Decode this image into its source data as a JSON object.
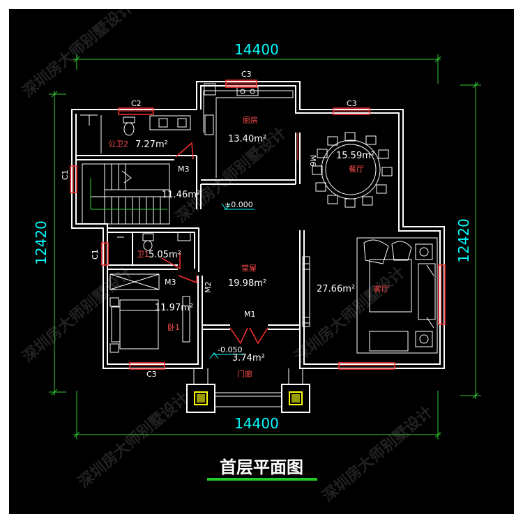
{
  "title": "首层平面图",
  "dimensions": {
    "top": "14400",
    "bottom": "14400",
    "left": "12420",
    "right": "12420"
  },
  "rooms": {
    "kitchen": {
      "name": "厨房",
      "area": "13.40m²"
    },
    "bathroom2": {
      "name": "公卫2",
      "area": "7.27m²"
    },
    "stair": {
      "area": "11.46m²"
    },
    "bathroom1": {
      "name": "卫1",
      "area": "5.05m²"
    },
    "hall": {
      "name": "堂屋",
      "area": "19.98m²"
    },
    "bedroom": {
      "name": "卧1",
      "area": "11.97m²"
    },
    "dining": {
      "name": "餐厅",
      "area": "15.59m²"
    },
    "living": {
      "name": "客厅",
      "area": "27.66m²"
    },
    "porch": {
      "name": "门廊",
      "area": "3.74m²"
    }
  },
  "levels": {
    "main": "±0.000",
    "porch": "-0.050"
  },
  "windows": {
    "c3_top": "C3",
    "c2": "C2",
    "c3_dining": "C3",
    "c1_upper": "C1",
    "c1_lower": "C1",
    "c3_bottom": "C3"
  },
  "doors": {
    "m3_upper": "M3",
    "m3_lower": "M3",
    "m2": "M2",
    "m1": "M1",
    "m6": "M6"
  },
  "watermark": "深圳房大师别墅设计",
  "colors": {
    "background": "#000000",
    "walls": "#ffffff",
    "dimension_lines": "#33cc33",
    "dimension_text": "#00ffff",
    "windows": "#ff3030",
    "room_names": "#ff4d4d",
    "title_underline": "#22cc22"
  }
}
